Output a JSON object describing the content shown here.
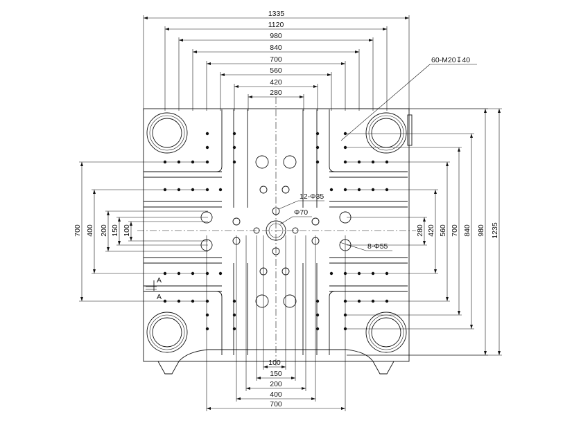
{
  "top_dims": [
    "1335",
    "1120",
    "980",
    "840",
    "700",
    "560",
    "420",
    "280"
  ],
  "right_dims": [
    "280",
    "420",
    "560",
    "700",
    "840",
    "980",
    "1235"
  ],
  "left_dims": [
    "700",
    "400",
    "200",
    "150",
    "100"
  ],
  "bottom_dims": [
    "100",
    "150",
    "200",
    "400",
    "700"
  ],
  "callouts": {
    "tapped_holes": "60-M20↧40",
    "small_holes": "12-Φ35",
    "center_hole": "Φ70",
    "large_holes": "8-Φ55"
  },
  "section_marks": [
    "A",
    "A"
  ]
}
